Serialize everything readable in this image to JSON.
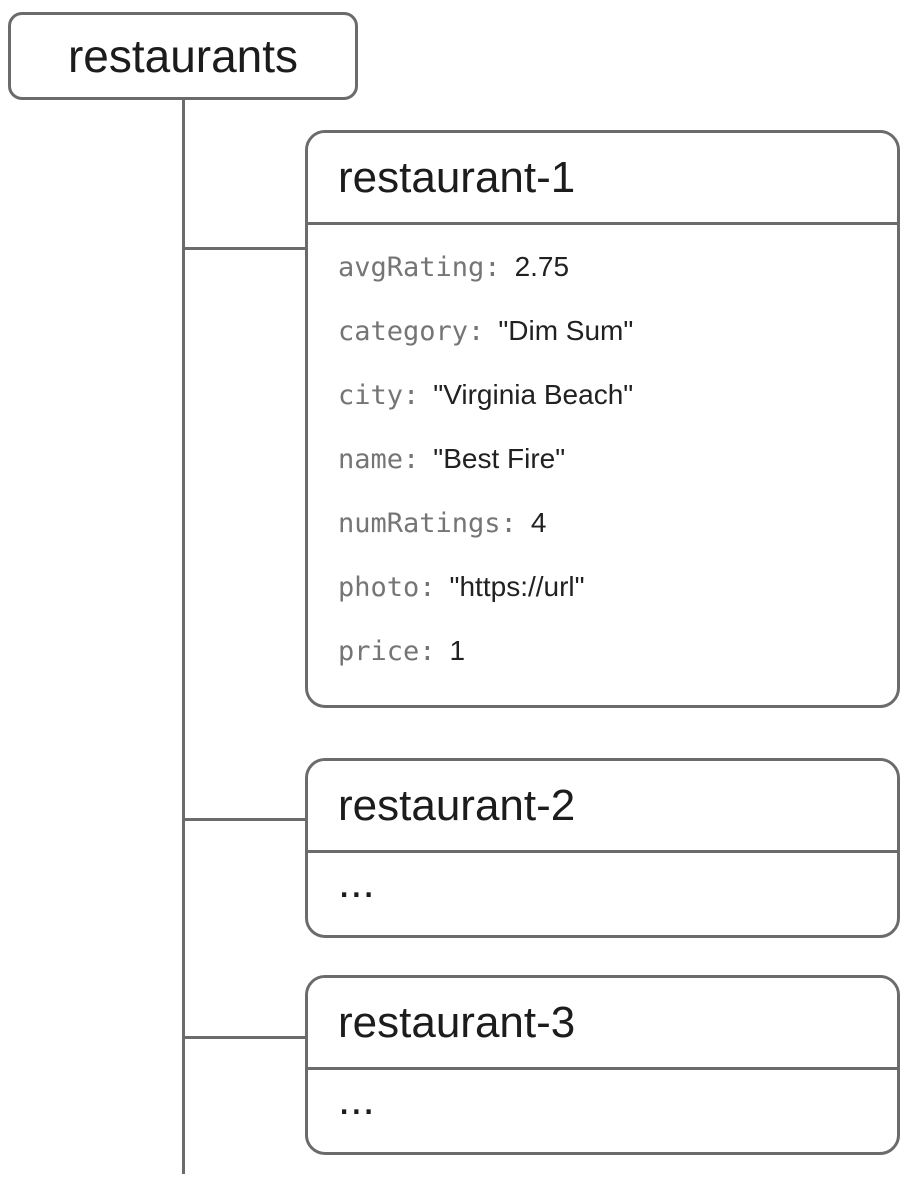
{
  "diagram": {
    "root": {
      "label": "restaurants"
    },
    "children": [
      {
        "title": "restaurant-1",
        "fields": [
          {
            "key": "avgRating:",
            "value": "2.75"
          },
          {
            "key": "category:",
            "value": "\"Dim Sum\""
          },
          {
            "key": "city:",
            "value": "\"Virginia Beach\""
          },
          {
            "key": "name:",
            "value": "\"Best Fire\""
          },
          {
            "key": "numRatings:",
            "value": "4"
          },
          {
            "key": "photo:",
            "value": "\"https://url\""
          },
          {
            "key": "price:",
            "value": "1"
          }
        ]
      },
      {
        "title": "restaurant-2",
        "body": "..."
      },
      {
        "title": "restaurant-3",
        "body": "..."
      }
    ],
    "colors": {
      "line": "#6b6b6b",
      "key_text": "#757575",
      "value_text": "#212121"
    }
  }
}
